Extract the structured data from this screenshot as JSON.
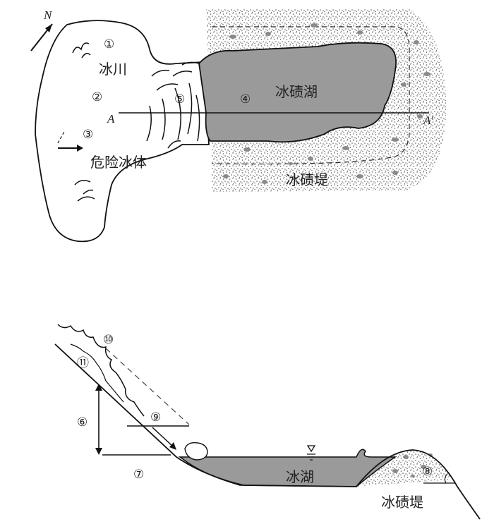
{
  "plan_view": {
    "north": "N",
    "labels": {
      "glacier_num": "①",
      "glacier": "冰川",
      "two": "②",
      "section_a": "A",
      "three": "③",
      "danger": "危险冰体",
      "five": "⑤",
      "four": "④",
      "lake": "冰碛湖",
      "section_a2": "A′",
      "moraine": "冰碛堤"
    }
  },
  "section_view": {
    "labels": {
      "ten": "⑩",
      "eleven": "⑪",
      "six": "⑥",
      "nine": "⑨",
      "seven": "⑦",
      "lake": "冰湖",
      "eight": "⑧",
      "moraine": "冰碛堤"
    }
  },
  "colors": {
    "lake": "#9a9a9a",
    "moraine_stipple": "#555555",
    "moraine_pebble": "#8a8a8a",
    "line": "#111111"
  }
}
